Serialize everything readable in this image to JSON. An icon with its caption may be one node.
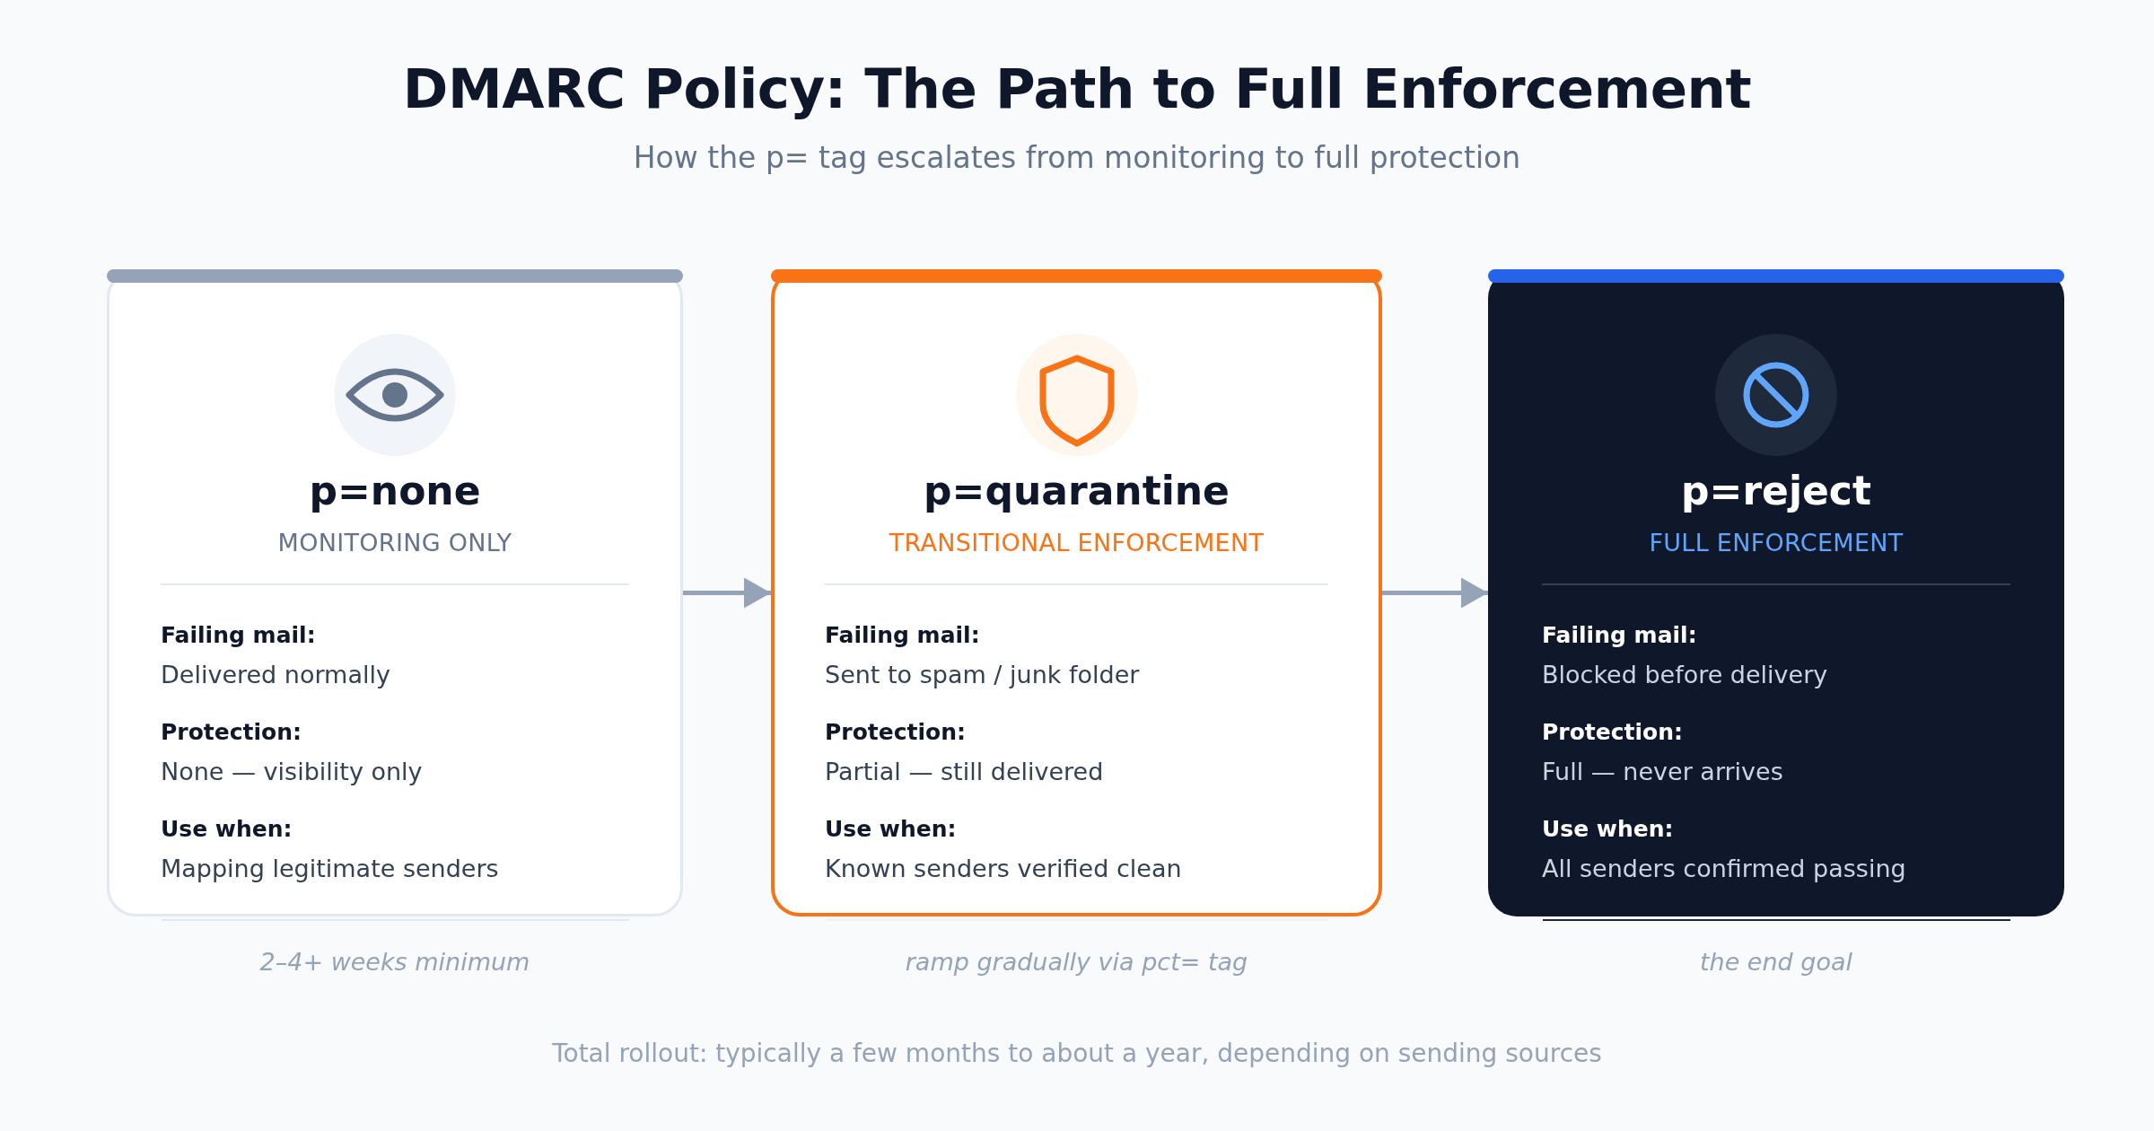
{
  "diagram": {
    "title": "DMARC Policy: The Path to Full Enforcement",
    "nodes": [
      {
        "text": [
          "p=none",
          "MONITORING ONLY",
          "Failing mail:",
          "Delivered normally",
          "Protection:",
          "None — visibility only",
          "Use when:",
          "Mapping legitimate senders"
        ],
        "beside": [
          "2–4+ weeks minimum"
        ]
      },
      {
        "text": [
          "p=quarantine",
          "TRANSITIONAL ENFORCEMENT",
          "Failing mail:",
          "Sent to spam / junk folder",
          "Protection:",
          "Partial — still delivered",
          "Use when:",
          "Known senders verified clean"
        ],
        "beside": [
          "ramp gradually via pct= tag"
        ]
      },
      {
        "text": [
          "p=reject",
          "FULL ENFORCEMENT",
          "Failing mail:",
          "Blocked before delivery",
          "Protection:",
          "Full — never arrives",
          "Use when:",
          "All senders confirmed passing"
        ],
        "beside": [
          "the end goal"
        ]
      }
    ],
    "edges": [
      {
        "from": 0,
        "to": 1,
        "arrow": "to"
      },
      {
        "from": 1,
        "to": 2,
        "arrow": "to"
      }
    ],
    "labels": [
      "How the p= tag escalates from monitoring to full protection",
      "Total rollout: typically a few months to about a year, depending on sending sources"
    ]
  }
}
